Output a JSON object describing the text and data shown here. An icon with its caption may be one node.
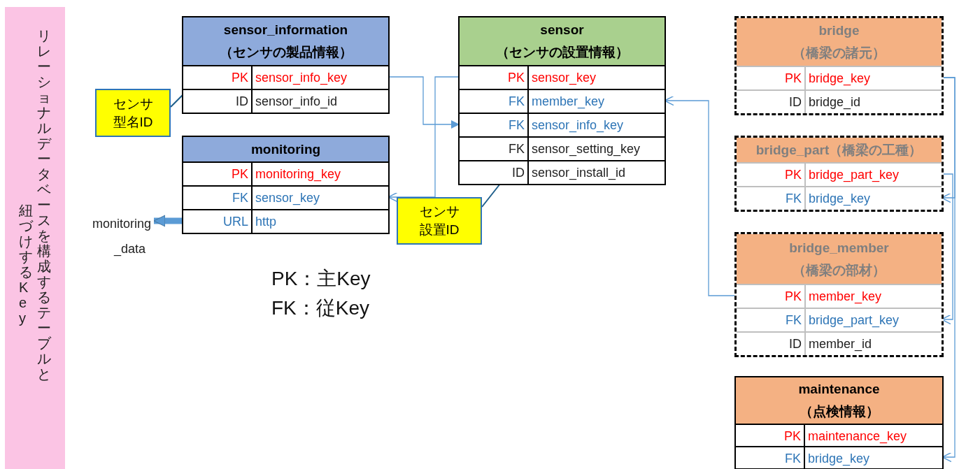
{
  "diagram": {
    "nodes": [
      {
        "text": [
          "リレーショナルデータベースを構成するテーブルと紐づけするKey"
        ]
      },
      {
        "text": [
          "sensor_information",
          "（センサの製品情報）"
        ]
      },
      {
        "text": [
          "PK",
          "sensor_info_key"
        ],
        "in": 1
      },
      {
        "text": [
          "ID",
          "sensor_info_id"
        ],
        "in": 1
      },
      {
        "text": [
          "センサ型名ID"
        ]
      },
      {
        "text": [
          "monitoring"
        ]
      },
      {
        "text": [
          "PK",
          "monitoring_key"
        ],
        "in": 5
      },
      {
        "text": [
          "FK",
          "sensor_key"
        ],
        "in": 5
      },
      {
        "text": [
          "URL",
          "http"
        ],
        "in": 5
      },
      {
        "text": [
          "monitoring _data"
        ]
      },
      {
        "text": [
          "sensor",
          "（センサの設置情報）"
        ]
      },
      {
        "text": [
          "PK",
          "sensor_key"
        ],
        "in": 10
      },
      {
        "text": [
          "FK",
          "member_key"
        ],
        "in": 10
      },
      {
        "text": [
          "FK",
          "sensor_info_key"
        ],
        "in": 10
      },
      {
        "text": [
          "FK",
          "sensor_setting_key"
        ],
        "in": 10
      },
      {
        "text": [
          "ID",
          "sensor_install_id"
        ],
        "in": 10
      },
      {
        "text": [
          "センサ設置ID"
        ]
      },
      {
        "text": [
          "bridge",
          "（橋梁の諸元）"
        ]
      },
      {
        "text": [
          "PK",
          "bridge_key"
        ],
        "in": 17
      },
      {
        "text": [
          "ID",
          "bridge_id"
        ],
        "in": 17
      },
      {
        "text": [
          "bridge_part（橋梁の工種）"
        ]
      },
      {
        "text": [
          "PK",
          "bridge_part_key"
        ],
        "in": 20
      },
      {
        "text": [
          "FK",
          "bridge_key"
        ],
        "in": 20
      },
      {
        "text": [
          "bridge_member",
          "（橋梁の部材）"
        ]
      },
      {
        "text": [
          "PK",
          "member_key"
        ],
        "in": 23
      },
      {
        "text": [
          "FK",
          "bridge_part_key"
        ],
        "in": 23
      },
      {
        "text": [
          "ID",
          "member_id"
        ],
        "in": 23
      },
      {
        "text": [
          "maintenance",
          "（点検情報）"
        ]
      },
      {
        "text": [
          "PK",
          "maintenance_key"
        ],
        "in": 27
      },
      {
        "text": [
          "FK",
          "bridge_key"
        ],
        "in": 27
      }
    ],
    "edges": [
      {
        "from": 2,
        "to": 13,
        "arrow": "to"
      },
      {
        "from": 11,
        "to": 7,
        "arrow": "to"
      },
      {
        "from": 24,
        "to": 12,
        "arrow": "to"
      },
      {
        "from": 18,
        "to": 22,
        "arrow": "to"
      },
      {
        "from": 18,
        "to": 29,
        "arrow": "to"
      },
      {
        "from": 21,
        "to": 25,
        "arrow": "to"
      },
      {
        "from": 4,
        "to": 3,
        "arrow": "none",
        "color": "#1f5f8b"
      },
      {
        "from": 16,
        "to": 15,
        "arrow": "none",
        "color": "#1f5f8b"
      },
      {
        "from": 8,
        "to": 9,
        "arrow": "to",
        "style": "thick"
      }
    ],
    "labels": [
      "PK：主Key",
      "FK：従Key"
    ]
  }
}
